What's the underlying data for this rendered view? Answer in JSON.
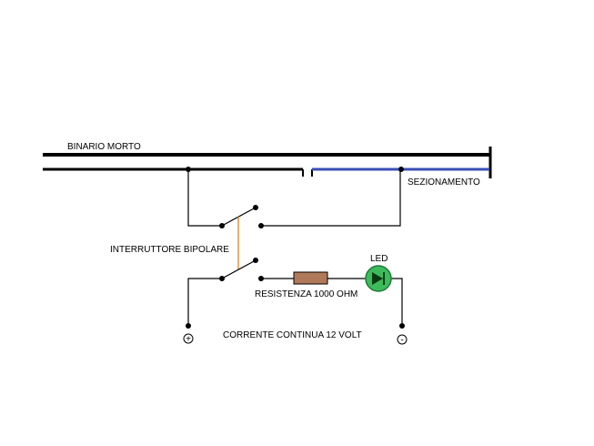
{
  "labels": {
    "dead_track": "BINARIO MORTO",
    "section": "SEZIONAMENTO",
    "switch": "INTERRUTTORE BIPOLARE",
    "led": "LED",
    "resistor": "RESISTENZA 1000 OHM",
    "supply": "CORRENTE CONTINUA 12 VOLT",
    "plus": "+",
    "minus": "-"
  },
  "colors": {
    "wire": "#000000",
    "rail": "#000000",
    "isolated_rail": "#3a4fb5",
    "switch_link": "#d9822b",
    "resistor_fill": "#b07a5a",
    "led_fill": "#3dbb5c",
    "led_ring": "#1f7a3a",
    "led_symbol": "#0a3a14"
  },
  "icons": {
    "resistor": "resistor-icon",
    "led": "led-icon",
    "switch": "double-pole-switch-icon",
    "plus_terminal": "plus-terminal-icon",
    "minus_terminal": "minus-terminal-icon"
  }
}
